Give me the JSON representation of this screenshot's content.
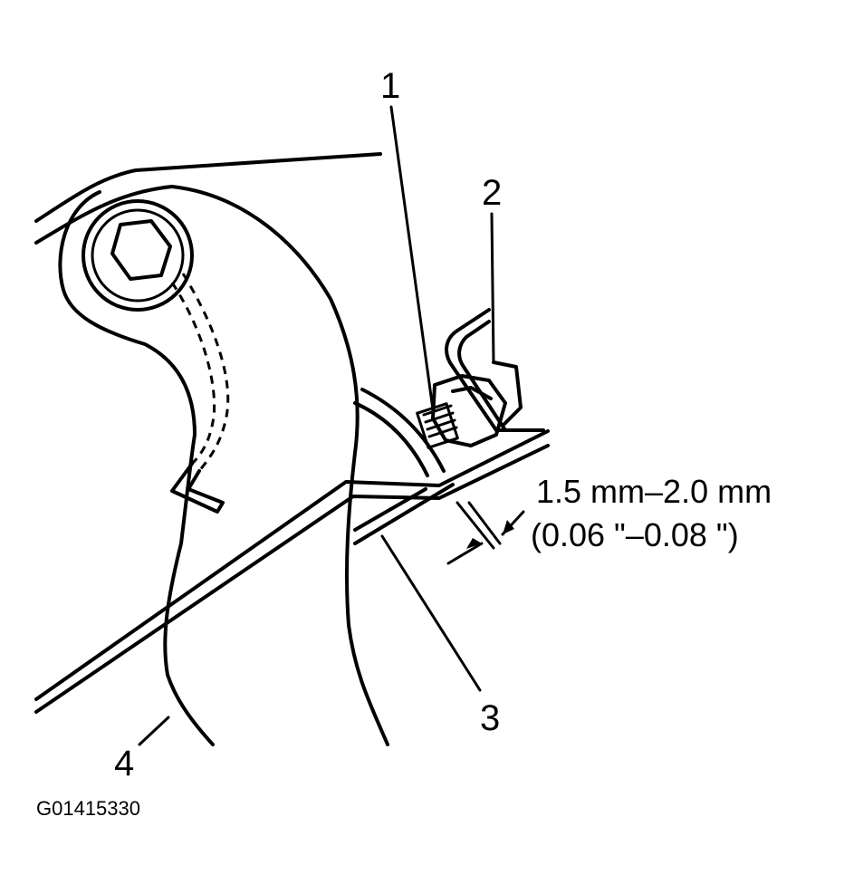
{
  "callouts": {
    "c1": "1",
    "c2": "2",
    "c3": "3",
    "c4": "4"
  },
  "dimension": {
    "metric": "1.5 mm–2.0 mm",
    "imperial": "(0.06 \"–0.08 \")"
  },
  "figure_id": "G01415330"
}
